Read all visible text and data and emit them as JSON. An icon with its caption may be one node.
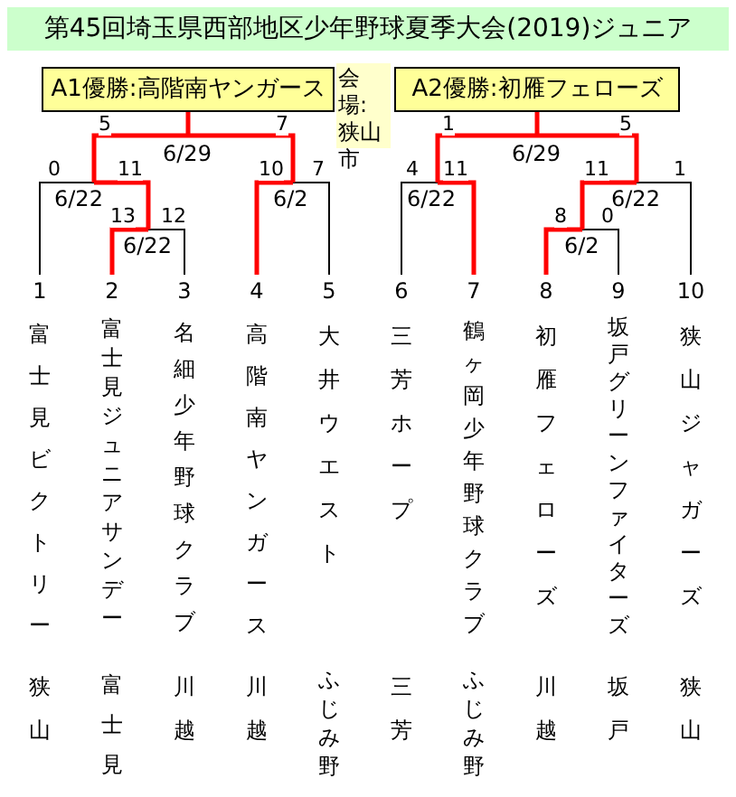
{
  "diagram": {
    "title": "第45回埼玉県西部地区少年野球夏季大会(2019)ジュニア",
    "nodes": [
      {
        "text": [
          "A1優勝:高階南ヤンガース"
        ]
      },
      {
        "text": [
          "会場:狭山市"
        ]
      },
      {
        "text": [
          "A2優勝:初雁フェローズ"
        ]
      },
      {
        "text": [
          "6/29"
        ]
      },
      {
        "text": [
          "6/29"
        ]
      },
      {
        "text": [
          "6/22"
        ]
      },
      {
        "text": [
          "6/2"
        ]
      },
      {
        "text": [
          "6/22"
        ]
      },
      {
        "text": [
          "6/22"
        ]
      },
      {
        "text": [
          "6/22"
        ]
      },
      {
        "text": [
          "6/2"
        ]
      },
      {
        "text": [
          "1",
          "富士見ビクトリー",
          "狭山"
        ]
      },
      {
        "text": [
          "2",
          "富士見ジュニアサンデー",
          "富士見"
        ]
      },
      {
        "text": [
          "3",
          "名細少年野球クラブ",
          "川越"
        ]
      },
      {
        "text": [
          "4",
          "高階南ヤンガース",
          "川越"
        ]
      },
      {
        "text": [
          "5",
          "大井ウエスト",
          "ふじみ野"
        ]
      },
      {
        "text": [
          "6",
          "三芳ホープ",
          "三芳"
        ]
      },
      {
        "text": [
          "7",
          "鶴ヶ岡少年野球クラブ",
          "ふじみ野"
        ]
      },
      {
        "text": [
          "8",
          "初雁フェローズ",
          "川越"
        ]
      },
      {
        "text": [
          "9",
          "坂戸グリーンファイターズ",
          "坂戸"
        ]
      },
      {
        "text": [
          "10",
          "狭山ジャガーズ",
          "狭山"
        ]
      }
    ],
    "edges": [
      {
        "from": 11,
        "to": 5,
        "arrow": "none",
        "label": "0",
        "color": "#000000"
      },
      {
        "from": 12,
        "to": 9,
        "arrow": "none",
        "label": "13"
      },
      {
        "from": 13,
        "to": 9,
        "arrow": "none",
        "label": "12",
        "color": "#000000"
      },
      {
        "from": 9,
        "to": 5,
        "arrow": "none",
        "label": "11"
      },
      {
        "from": 14,
        "to": 6,
        "arrow": "none",
        "label": "10"
      },
      {
        "from": 15,
        "to": 6,
        "arrow": "none",
        "label": "7",
        "color": "#000000"
      },
      {
        "from": 5,
        "to": 3,
        "arrow": "none",
        "label": "5"
      },
      {
        "from": 6,
        "to": 3,
        "arrow": "none",
        "label": "7"
      },
      {
        "from": 3,
        "to": 0,
        "arrow": "none"
      },
      {
        "from": 16,
        "to": 7,
        "arrow": "none",
        "label": "4",
        "color": "#000000"
      },
      {
        "from": 17,
        "to": 7,
        "arrow": "none",
        "label": "11"
      },
      {
        "from": 18,
        "to": 10,
        "arrow": "none",
        "label": "8"
      },
      {
        "from": 19,
        "to": 10,
        "arrow": "none",
        "label": "0",
        "color": "#000000"
      },
      {
        "from": 10,
        "to": 8,
        "arrow": "none",
        "label": "11"
      },
      {
        "from": 20,
        "to": 8,
        "arrow": "none",
        "label": "1",
        "color": "#000000"
      },
      {
        "from": 7,
        "to": 4,
        "arrow": "none",
        "label": "1"
      },
      {
        "from": 8,
        "to": 4,
        "arrow": "none",
        "label": "5"
      },
      {
        "from": 4,
        "to": 2,
        "arrow": "none"
      }
    ]
  }
}
